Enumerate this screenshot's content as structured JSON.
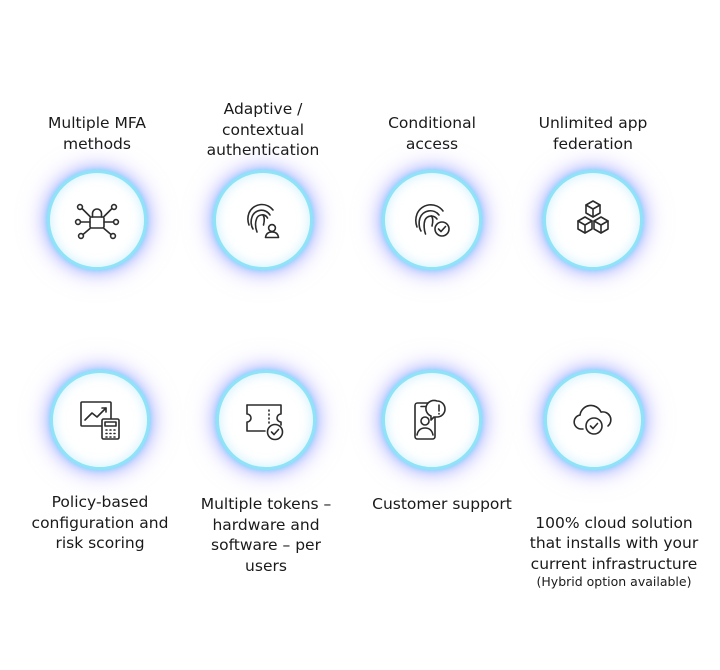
{
  "features": [
    {
      "label": "Multiple MFA\nmethods",
      "icon": "lock-network-icon"
    },
    {
      "label": "Adaptive /\ncontextual\nauthentication",
      "icon": "fingerprint-user-icon"
    },
    {
      "label": "Conditional\naccess",
      "icon": "fingerprint-check-icon"
    },
    {
      "label": "Unlimited app\nfederation",
      "icon": "cubes-icon"
    },
    {
      "label": "Policy-based\nconfiguration and\nrisk scoring",
      "icon": "chart-calculator-icon"
    },
    {
      "label": "Multiple tokens –\nhardware and\nsoftware – per\nusers",
      "icon": "token-check-icon"
    },
    {
      "label": "Customer support",
      "icon": "phone-agent-icon"
    },
    {
      "label": "100% cloud solution\nthat installs with your\ncurrent infrastructure",
      "sublabel": "(Hybrid option available)",
      "icon": "cloud-check-icon"
    }
  ]
}
